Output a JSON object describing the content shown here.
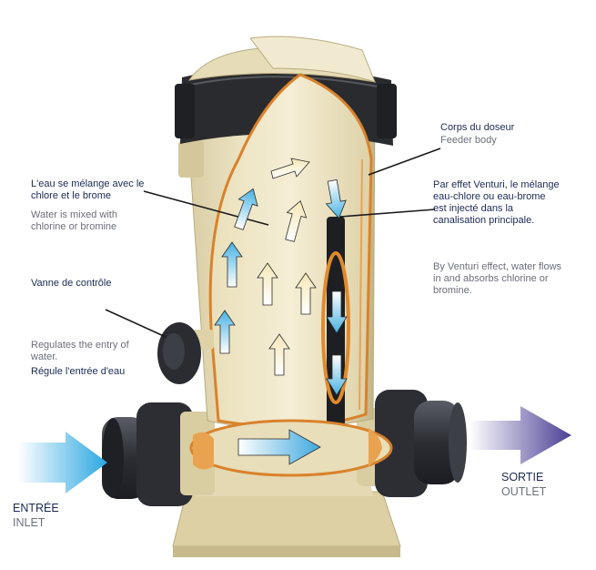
{
  "colors": {
    "body_cream": "#e8dfbf",
    "body_shadow": "#c9bd93",
    "clamp_black": "#2a2b2e",
    "fitting_dark": "#3a3c44",
    "cutaway_orange": "#d9822b",
    "arrow_blue": "#4fb3e0",
    "arrow_cream": "#fff6d8",
    "outlet_purple": "#5a4e9a",
    "label_fr": "#1a2a55",
    "label_en": "#6a6f7a"
  },
  "labels": {
    "feeder_fr": "Corps du doseur",
    "feeder_en": "Feeder body",
    "mix_fr": "L'eau se mélange avec le chlore et le brome",
    "mix_en": "Water is mixed with chlorine or bromine",
    "venturi_fr": "Par effet Venturi, le mélange eau-chlore ou eau-brome est injecté dans la canalisation principale.",
    "venturi_en": "By Venturi effect, water flows in and absorbs chlorine or bromine.",
    "valve_fr": "Vanne de contrôle",
    "valve_en": "Regulates the entry of water.",
    "valve_fr2": "Régule l'entrée d'eau",
    "inlet_fr": "ENTRÉE",
    "inlet_en": "INLET",
    "outlet_fr": "SORTIE",
    "outlet_en": "OUTLET"
  }
}
